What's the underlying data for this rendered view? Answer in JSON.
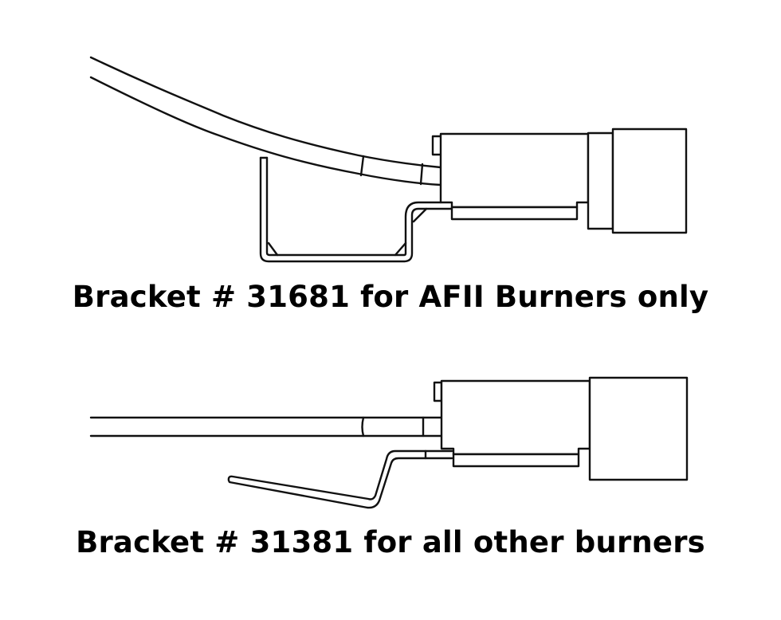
{
  "figure": {
    "panels": [
      {
        "id": "afii",
        "caption": "Bracket # 31681 for AFII Burners only",
        "bracket_number": "31681",
        "applies_to": "AFII Burners only",
        "parts": [
          "curved-tube",
          "u-channel-bracket",
          "burner-housing",
          "burner-collar",
          "burner-end-cap"
        ]
      },
      {
        "id": "other",
        "caption": "Bracket # 31381 for all other burners",
        "bracket_number": "31381",
        "applies_to": "all other burners",
        "parts": [
          "straight-tube",
          "z-bracket",
          "burner-housing",
          "burner-end-cap"
        ]
      }
    ],
    "colors": {
      "line": "#111111",
      "background": "#ffffff",
      "text": "#000000"
    }
  }
}
